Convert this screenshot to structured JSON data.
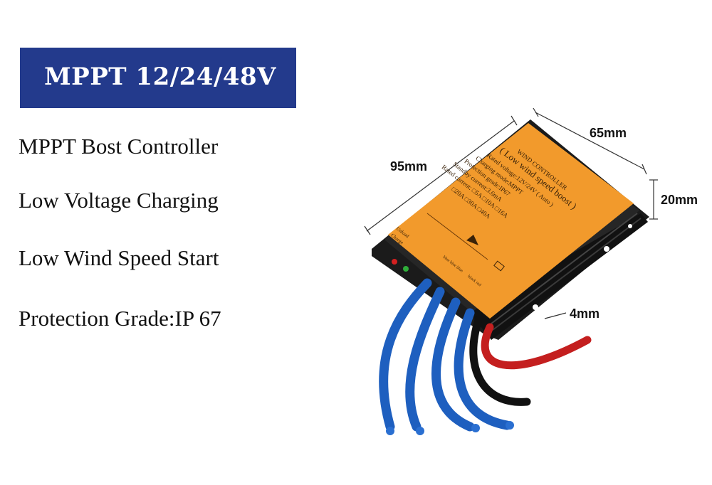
{
  "banner": {
    "title": "MPPT 12/24/48V",
    "color": "#233a8c"
  },
  "features": [
    "MPPT Bost Controller",
    "Low Voltage Charging",
    "Low Wind Speed Start",
    "Protection Grade:IP 67"
  ],
  "dimensions": {
    "length": "95mm",
    "width": "65mm",
    "height": "20mm",
    "hole": "4mm"
  },
  "device_label": {
    "title": "WIND CONTROLLER",
    "subtitle": "( Low wind speed boost )",
    "lines": [
      "Rated voltage:12V/24V ( Auto )",
      "Charging mode:MPPT",
      "Protection grade:IP67",
      "Standby current:3.6mA",
      "Rated current: □5A □10A □16A",
      "□20A □30A □40A"
    ],
    "indicators": [
      "Unload",
      "Charge"
    ],
    "terminals": [
      "blue blue blue",
      "black red"
    ],
    "colors": {
      "body": "#f29a2c",
      "case": "#1b1b1b"
    }
  }
}
